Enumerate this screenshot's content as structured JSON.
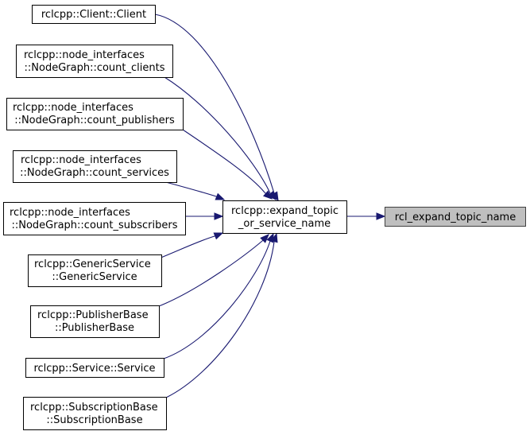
{
  "graph": {
    "edge_color": "#191970",
    "root_fill": "#bfbfbf",
    "nodes": {
      "client": {
        "lines": [
          "rclcpp::Client::Client"
        ]
      },
      "clients": {
        "lines": [
          "rclcpp::node_interfaces",
          "::NodeGraph::count_clients"
        ]
      },
      "publishers": {
        "lines": [
          "rclcpp::node_interfaces",
          "::NodeGraph::count_publishers"
        ]
      },
      "services": {
        "lines": [
          "rclcpp::node_interfaces",
          "::NodeGraph::count_services"
        ]
      },
      "subscribers": {
        "lines": [
          "rclcpp::node_interfaces",
          "::NodeGraph::count_subscribers"
        ]
      },
      "generic": {
        "lines": [
          "rclcpp::GenericService",
          "::GenericService"
        ]
      },
      "pubbase": {
        "lines": [
          "rclcpp::PublisherBase",
          "::PublisherBase"
        ]
      },
      "service": {
        "lines": [
          "rclcpp::Service::Service"
        ]
      },
      "subbase": {
        "lines": [
          "rclcpp::SubscriptionBase",
          "::SubscriptionBase"
        ]
      },
      "expand": {
        "lines": [
          "rclcpp::expand_topic",
          "_or_service_name"
        ]
      },
      "rcl": {
        "lines": [
          "rcl_expand_topic_name"
        ]
      }
    },
    "edges": [
      [
        "client",
        "expand"
      ],
      [
        "clients",
        "expand"
      ],
      [
        "publishers",
        "expand"
      ],
      [
        "services",
        "expand"
      ],
      [
        "subscribers",
        "expand"
      ],
      [
        "generic",
        "expand"
      ],
      [
        "pubbase",
        "expand"
      ],
      [
        "service",
        "expand"
      ],
      [
        "subbase",
        "expand"
      ],
      [
        "expand",
        "rcl"
      ]
    ]
  }
}
